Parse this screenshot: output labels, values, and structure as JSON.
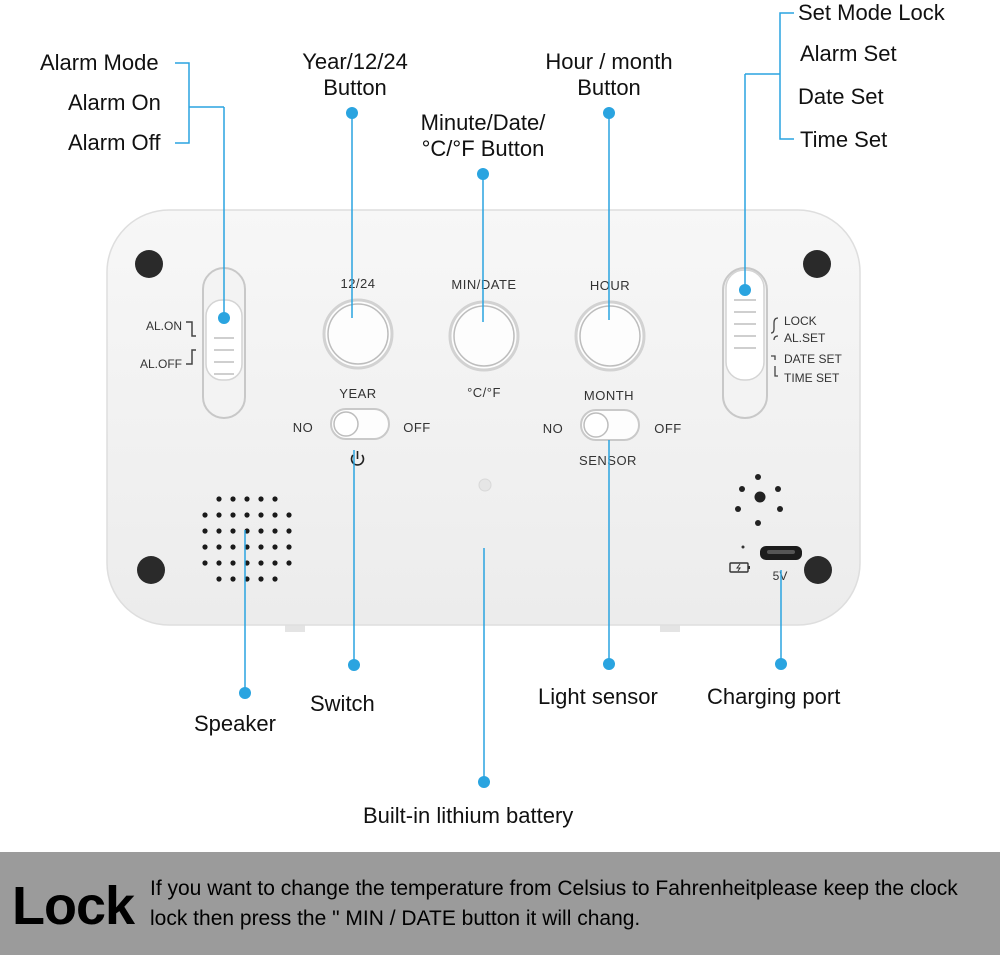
{
  "callouts": {
    "alarm_mode": "Alarm Mode",
    "alarm_on": "Alarm On",
    "alarm_off": "Alarm Off",
    "year_button_line1": "Year/12/24",
    "year_button_line2": "Button",
    "minute_button_line1": "Minute/Date/",
    "minute_button_line2": "°C/°F Button",
    "hour_button_line1": "Hour / month",
    "hour_button_line2": "Button",
    "set_mode_lock": "Set Mode Lock",
    "alarm_set": "Alarm Set",
    "date_set": "Date Set",
    "time_set": "Time Set",
    "speaker": "Speaker",
    "switch": "Switch",
    "light_sensor": "Light sensor",
    "charging_port": "Charging port",
    "battery": "Built-in lithium battery"
  },
  "device": {
    "al_on": "AL.ON",
    "al_off": "AL.OFF",
    "btn_12_24": "12/24",
    "btn_min_date": "MIN/DATE",
    "btn_hour": "HOUR",
    "celsius_f": "°C/°F",
    "year": "YEAR",
    "month": "MONTH",
    "no_left": "NO",
    "off_left": "OFF",
    "no_right": "NO",
    "off_right": "OFF",
    "sensor": "SENSOR",
    "lock": "LOCK",
    "al_set": "AL.SET",
    "date_set": "DATE SET",
    "time_set": "TIME SET",
    "five_v": "5V"
  },
  "footer": {
    "title": "Lock",
    "text": "If you want to change the temperature from Celsius to Fahrenheitplease keep the clock lock then press the \" MIN / DATE button it will chang."
  },
  "colors": {
    "leader_line": "#2aa4e0",
    "footer_bg": "#9b9b9b"
  }
}
